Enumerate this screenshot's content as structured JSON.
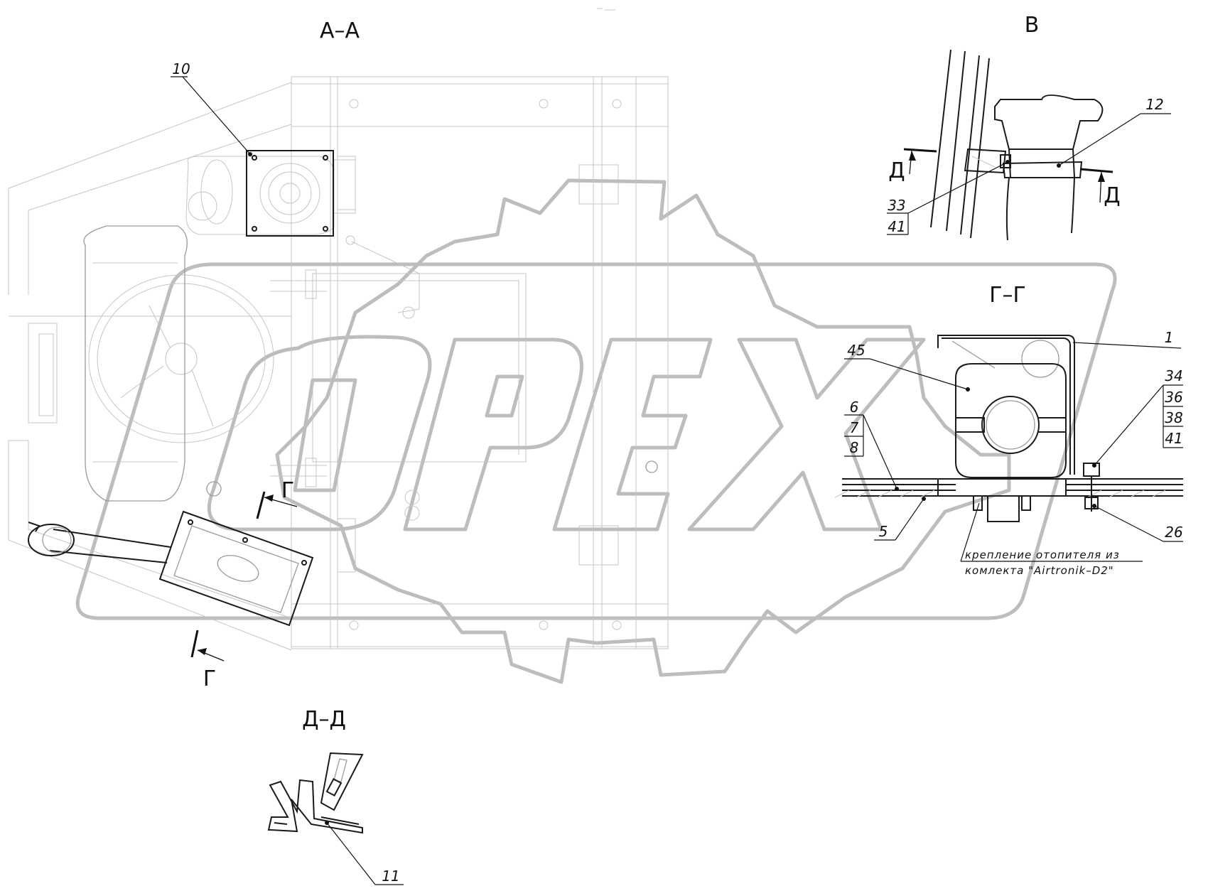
{
  "sections": {
    "aa": "А–А",
    "v": "В",
    "gg": "Г–Г",
    "dd": "Д–Д"
  },
  "cut_markers": {
    "g_upper": "Г",
    "g_lower": "Г",
    "d_left": "Д",
    "d_right": "Д"
  },
  "callouts": {
    "p10": "10",
    "p12": "12",
    "p33": "33",
    "p41a": "41",
    "p1": "1",
    "p45": "45",
    "p6": "6",
    "p7": "7",
    "p8": "8",
    "p5": "5",
    "p34": "34",
    "p36": "36",
    "p38": "38",
    "p41b": "41",
    "p26": "26",
    "p11": "11"
  },
  "note": {
    "line1": "крепление отопителя из",
    "line2": "комлекта \"Airtronik–D2\""
  },
  "watermark": {
    "text": "OPEX",
    "color": "#bdbdbd"
  }
}
